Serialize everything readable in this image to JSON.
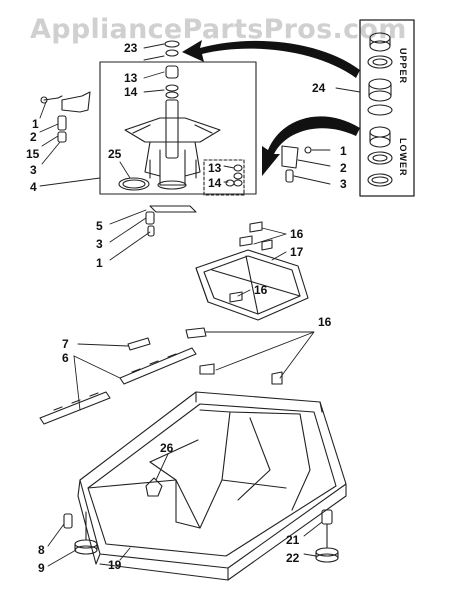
{
  "watermark": "AppliancePartsPros.com",
  "inset_labels": {
    "upper": "UPPER",
    "lower": "LOWER"
  },
  "callouts": {
    "c23": "23",
    "c13a": "13",
    "c14a": "14",
    "c1a": "1",
    "c2a": "2",
    "c15": "15",
    "c3a": "3",
    "c4": "4",
    "c25": "25",
    "c13b": "13",
    "c14b": "14",
    "c1b": "1",
    "c2b": "2",
    "c3b": "3",
    "c24": "24",
    "c5": "5",
    "c3c": "3",
    "c1c": "1",
    "c16a": "16",
    "c17": "17",
    "c16b": "16",
    "c16c": "16",
    "c7": "7",
    "c6": "6",
    "c26": "26",
    "c8": "8",
    "c9": "9",
    "c19": "19",
    "c21": "21",
    "c22": "22"
  }
}
